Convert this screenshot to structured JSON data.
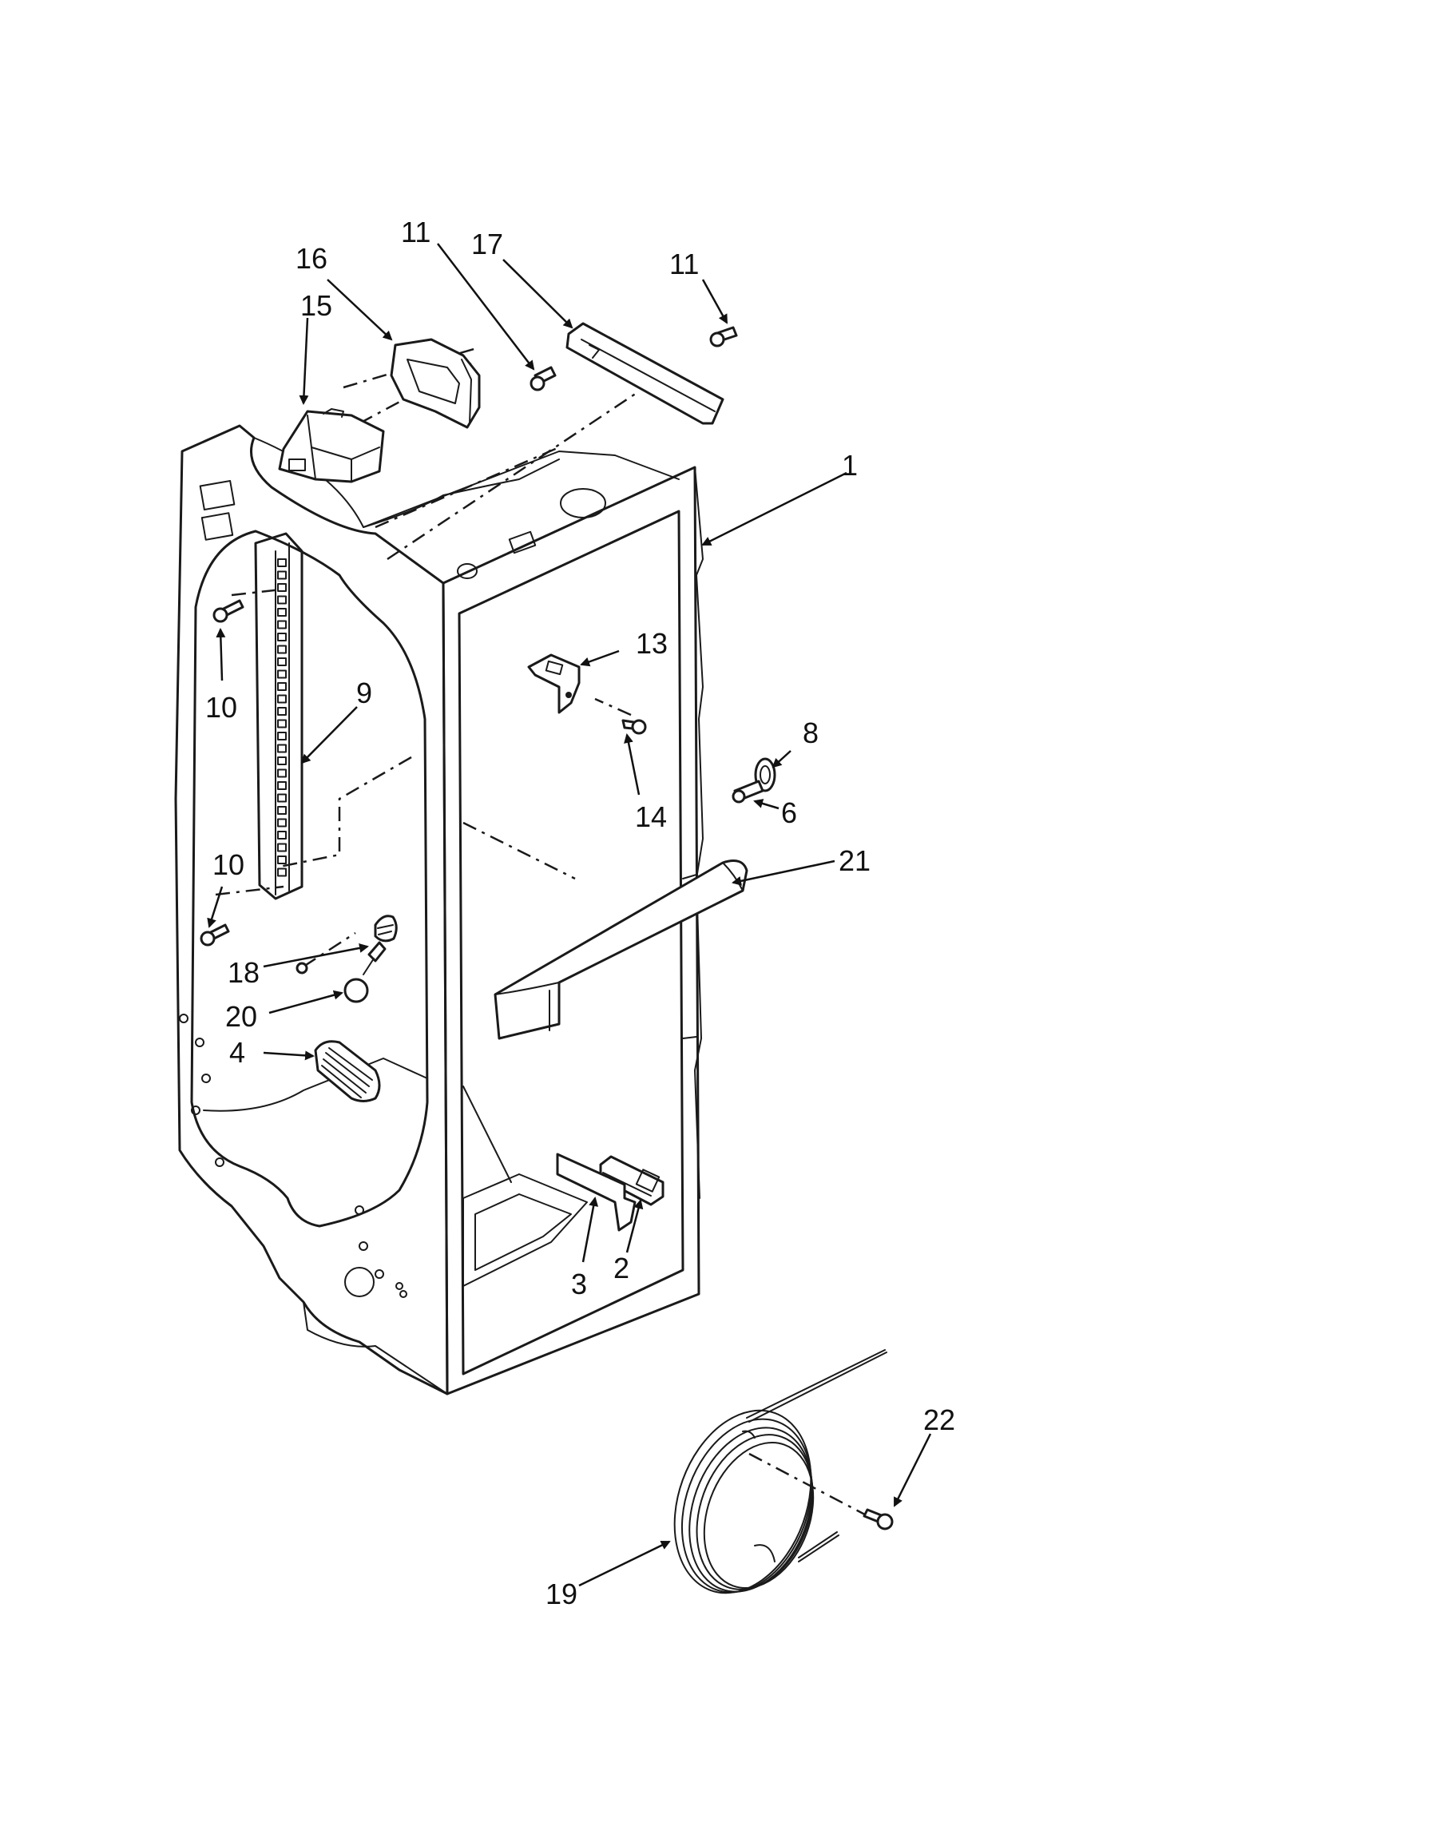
{
  "callouts": [
    {
      "id": "c1",
      "text": "1"
    },
    {
      "id": "c2",
      "text": "2"
    },
    {
      "id": "c3",
      "text": "3"
    },
    {
      "id": "c4",
      "text": "4"
    },
    {
      "id": "c6",
      "text": "6"
    },
    {
      "id": "c8",
      "text": "8"
    },
    {
      "id": "c9",
      "text": "9"
    },
    {
      "id": "c10a",
      "text": "10"
    },
    {
      "id": "c10b",
      "text": "10"
    },
    {
      "id": "c11a",
      "text": "11"
    },
    {
      "id": "c11b",
      "text": "11"
    },
    {
      "id": "c13",
      "text": "13"
    },
    {
      "id": "c14",
      "text": "14"
    },
    {
      "id": "c15",
      "text": "15"
    },
    {
      "id": "c16",
      "text": "16"
    },
    {
      "id": "c17",
      "text": "17"
    },
    {
      "id": "c18",
      "text": "18"
    },
    {
      "id": "c19",
      "text": "19"
    },
    {
      "id": "c20",
      "text": "20"
    },
    {
      "id": "c21",
      "text": "21"
    },
    {
      "id": "c22",
      "text": "22"
    }
  ]
}
